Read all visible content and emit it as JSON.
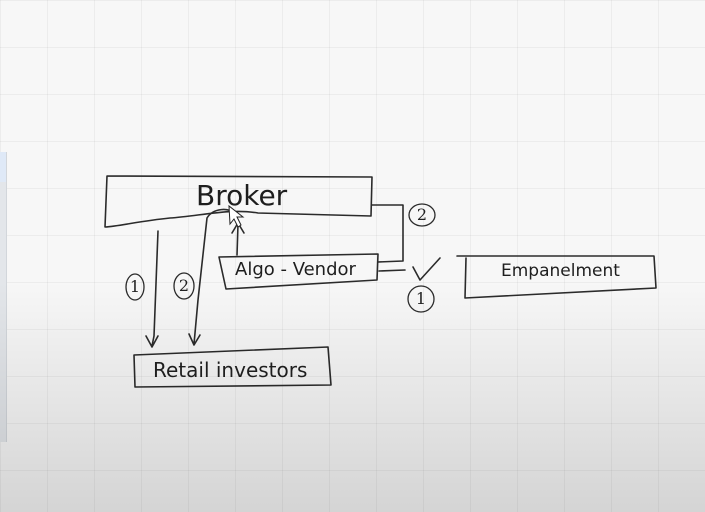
{
  "nodes": {
    "broker": "Broker",
    "algo_vendor": "Algo - Vendor",
    "empanelment": "Empanelment",
    "retail_investors": "Retail investors"
  },
  "step_markers": {
    "arrow_left": "1",
    "arrow_right": "2",
    "vendor_to_broker": "2",
    "vendor_to_empanelment": "1"
  },
  "icons": {
    "tick": "check-mark-icon",
    "cursor": "pointer-cursor-icon"
  },
  "colors": {
    "ink": "#2b2b2b",
    "canvas": "#f7f7f7"
  }
}
